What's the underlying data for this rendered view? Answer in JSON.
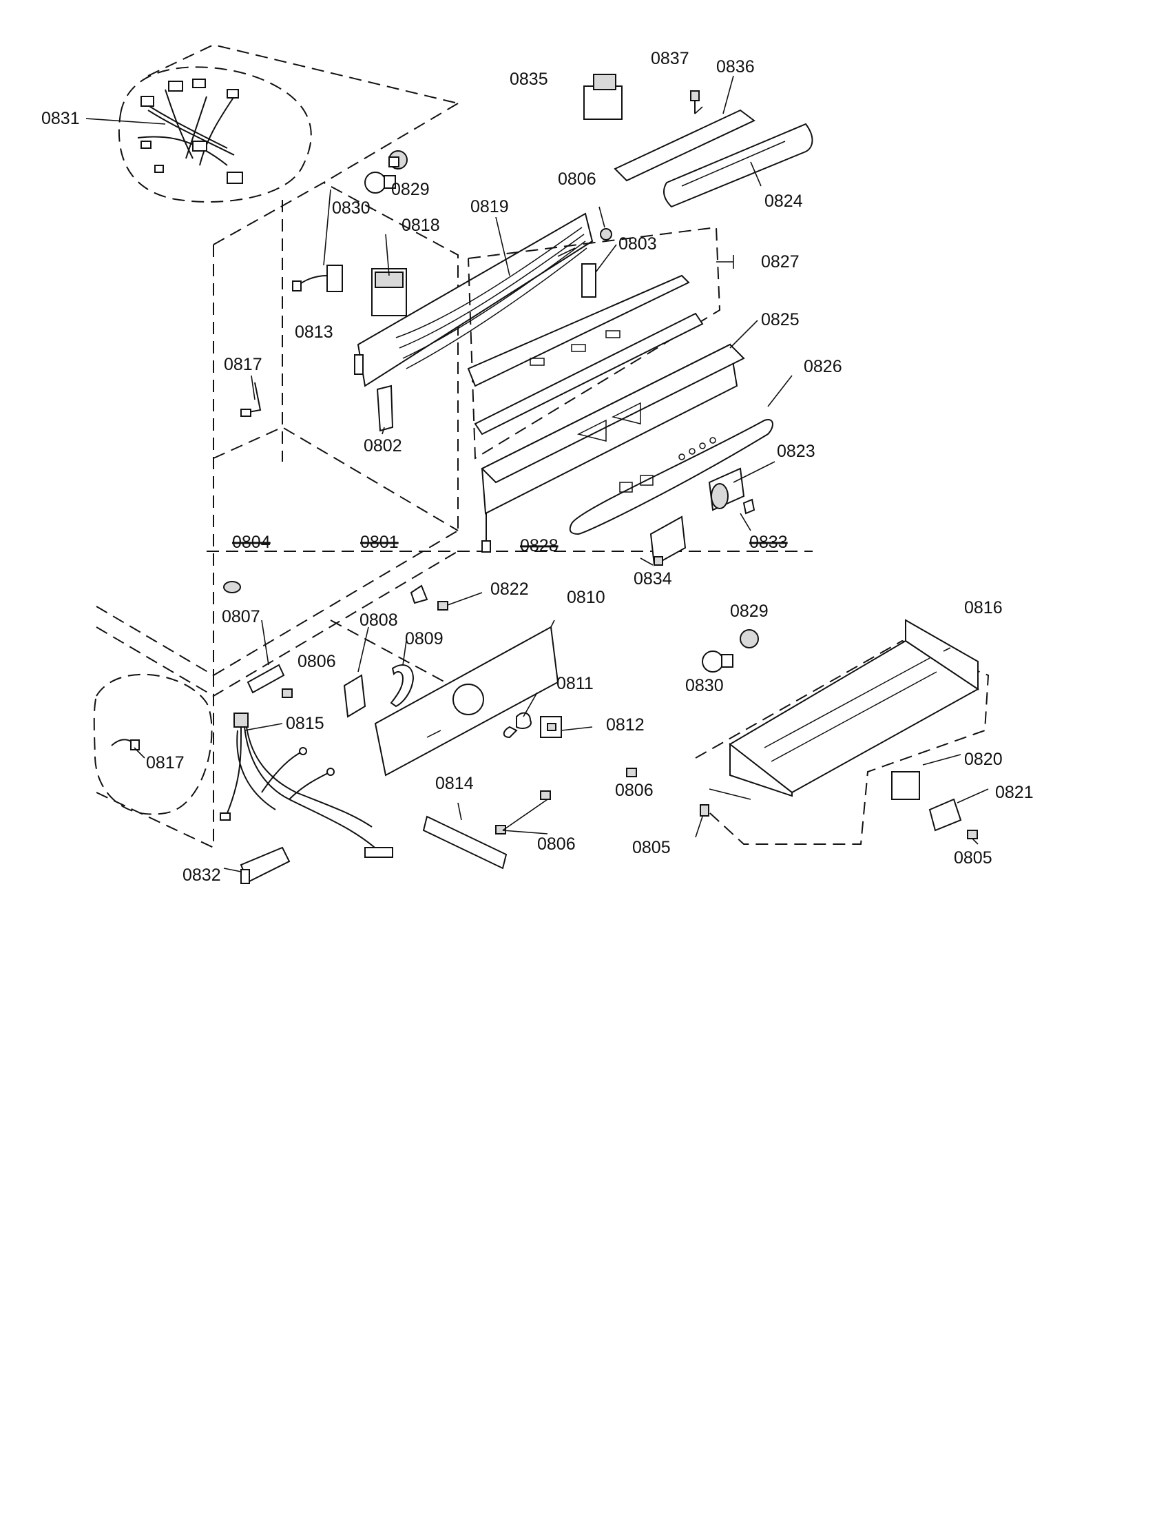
{
  "diagram": {
    "labels": {
      "p0831": "0831",
      "p0830a": "0830",
      "p0829a": "0829",
      "p0819": "0819",
      "p0818": "0818",
      "p0813": "0813",
      "p0817a": "0817",
      "p0802": "0802",
      "p0835": "0835",
      "p0837": "0837",
      "p0836": "0836",
      "p0824": "0824",
      "p0806a": "0806",
      "p0803": "0803",
      "p0827": "0827",
      "p0825": "0825",
      "p0826": "0826",
      "p0823": "0823",
      "p0804": "0804",
      "p0801": "0801",
      "p0828": "0828",
      "p0833": "0833",
      "p0834": "0834",
      "p0822": "0822",
      "p0810": "0810",
      "p0807": "0807",
      "p0808": "0808",
      "p0809": "0809",
      "p0806b": "0806",
      "p0811": "0811",
      "p0812": "0812",
      "p0815": "0815",
      "p0817b": "0817",
      "p0829b": "0829",
      "p0830b": "0830",
      "p0816": "0816",
      "p0820": "0820",
      "p0821": "0821",
      "p0806c": "0806",
      "p0814": "0814",
      "p0806d": "0806",
      "p0805a": "0805",
      "p0805b": "0805",
      "p0832": "0832"
    }
  }
}
